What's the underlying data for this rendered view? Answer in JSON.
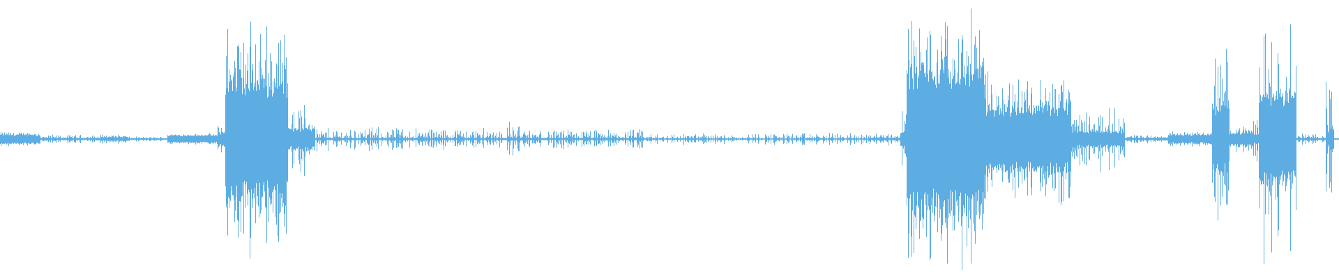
{
  "waveform": {
    "color": "#5DADE2",
    "background": "#ffffff",
    "description_segments": [
      {
        "start": 0.0,
        "end": 0.03,
        "peak": 0.06,
        "floor": 0.035
      },
      {
        "start": 0.03,
        "end": 0.075,
        "peak": 0.035,
        "floor": 0.008
      },
      {
        "start": 0.075,
        "end": 0.095,
        "peak": 0.04,
        "floor": 0.015
      },
      {
        "start": 0.095,
        "end": 0.125,
        "peak": 0.02,
        "floor": 0.006
      },
      {
        "start": 0.125,
        "end": 0.162,
        "peak": 0.045,
        "floor": 0.03
      },
      {
        "start": 0.162,
        "end": 0.168,
        "peak": 0.12,
        "floor": 0.05
      },
      {
        "start": 0.168,
        "end": 0.215,
        "peak": 1.0,
        "floor": 0.45
      },
      {
        "start": 0.215,
        "end": 0.235,
        "peak": 0.3,
        "floor": 0.08
      },
      {
        "start": 0.235,
        "end": 0.38,
        "peak": 0.1,
        "floor": 0.008
      },
      {
        "start": 0.38,
        "end": 0.39,
        "peak": 0.16,
        "floor": 0.01
      },
      {
        "start": 0.39,
        "end": 0.48,
        "peak": 0.08,
        "floor": 0.008
      },
      {
        "start": 0.48,
        "end": 0.65,
        "peak": 0.05,
        "floor": 0.005
      },
      {
        "start": 0.65,
        "end": 0.672,
        "peak": 0.06,
        "floor": 0.01
      },
      {
        "start": 0.672,
        "end": 0.677,
        "peak": 0.3,
        "floor": 0.06
      },
      {
        "start": 0.677,
        "end": 0.735,
        "peak": 1.0,
        "floor": 0.55
      },
      {
        "start": 0.735,
        "end": 0.8,
        "peak": 0.55,
        "floor": 0.25
      },
      {
        "start": 0.8,
        "end": 0.84,
        "peak": 0.25,
        "floor": 0.06
      },
      {
        "start": 0.84,
        "end": 0.872,
        "peak": 0.04,
        "floor": 0.01
      },
      {
        "start": 0.872,
        "end": 0.905,
        "peak": 0.06,
        "floor": 0.035
      },
      {
        "start": 0.905,
        "end": 0.918,
        "peak": 0.75,
        "floor": 0.25
      },
      {
        "start": 0.918,
        "end": 0.935,
        "peak": 0.1,
        "floor": 0.05
      },
      {
        "start": 0.935,
        "end": 0.94,
        "peak": 0.2,
        "floor": 0.04
      },
      {
        "start": 0.94,
        "end": 0.968,
        "peak": 0.98,
        "floor": 0.35
      },
      {
        "start": 0.968,
        "end": 0.99,
        "peak": 0.05,
        "floor": 0.008
      },
      {
        "start": 0.99,
        "end": 0.996,
        "peak": 0.55,
        "floor": 0.06
      },
      {
        "start": 0.996,
        "end": 1.0,
        "peak": 0.02,
        "floor": 0.005
      }
    ]
  }
}
